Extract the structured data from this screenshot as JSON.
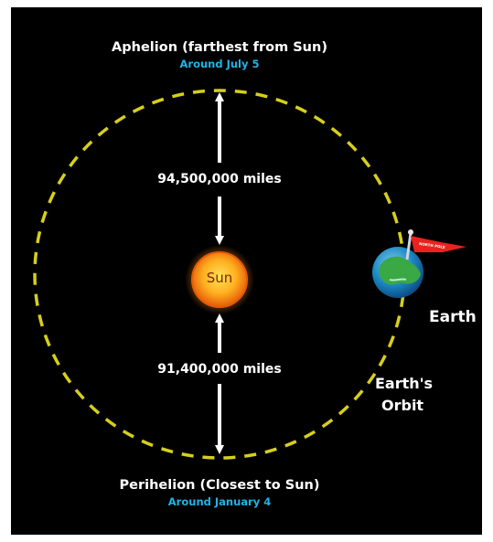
{
  "aphelion": {
    "title": "Aphelion (farthest from Sun)",
    "date": "Around July 5",
    "distance": "94,500,000 miles"
  },
  "perihelion": {
    "title": "Perihelion (Closest to Sun)",
    "date": "Around January 4",
    "distance": "91,400,000 miles"
  },
  "sun": {
    "label": "Sun"
  },
  "earth": {
    "label": "Earth",
    "flag_text": "NORTH POLE"
  },
  "orbit": {
    "label_line1": "Earth's",
    "label_line2": "Orbit"
  },
  "colors": {
    "background": "#000000",
    "orbit": "#d6cf1c",
    "text": "#ffffff",
    "date_text": "#1fb4e6",
    "sun_core": "#ffb01f",
    "sun_edge": "#e55a08",
    "earth_ocean": "#1c88c4",
    "earth_land": "#3aa845",
    "flag": "#e8231f"
  }
}
